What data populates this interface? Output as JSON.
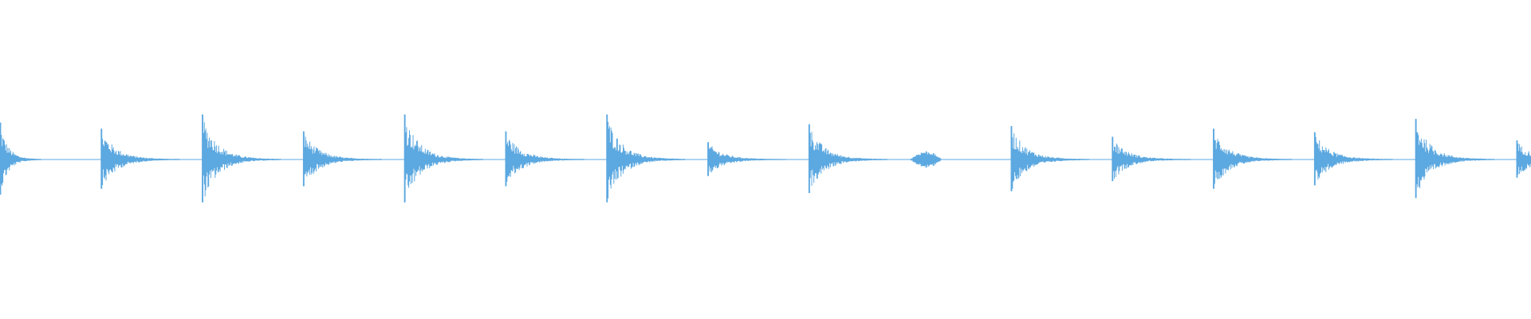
{
  "waveform": {
    "color": "#5ca8e0",
    "background": "#ffffff",
    "hits": [
      {
        "amplitude": 0.82,
        "shape": "percussive"
      },
      {
        "amplitude": 0.68,
        "shape": "percussive"
      },
      {
        "amplitude": 1.0,
        "shape": "percussive"
      },
      {
        "amplitude": 0.62,
        "shape": "percussive"
      },
      {
        "amplitude": 1.0,
        "shape": "percussive"
      },
      {
        "amplitude": 0.62,
        "shape": "percussive"
      },
      {
        "amplitude": 1.0,
        "shape": "percussive"
      },
      {
        "amplitude": 0.38,
        "shape": "percussive"
      },
      {
        "amplitude": 0.78,
        "shape": "percussive"
      },
      {
        "amplitude": 0.2,
        "shape": "swell"
      },
      {
        "amplitude": 0.74,
        "shape": "percussive"
      },
      {
        "amplitude": 0.5,
        "shape": "percussive"
      },
      {
        "amplitude": 0.68,
        "shape": "percussive"
      },
      {
        "amplitude": 0.6,
        "shape": "percussive"
      },
      {
        "amplitude": 0.9,
        "shape": "percussive"
      },
      {
        "amplitude": 0.42,
        "shape": "percussive"
      }
    ]
  }
}
